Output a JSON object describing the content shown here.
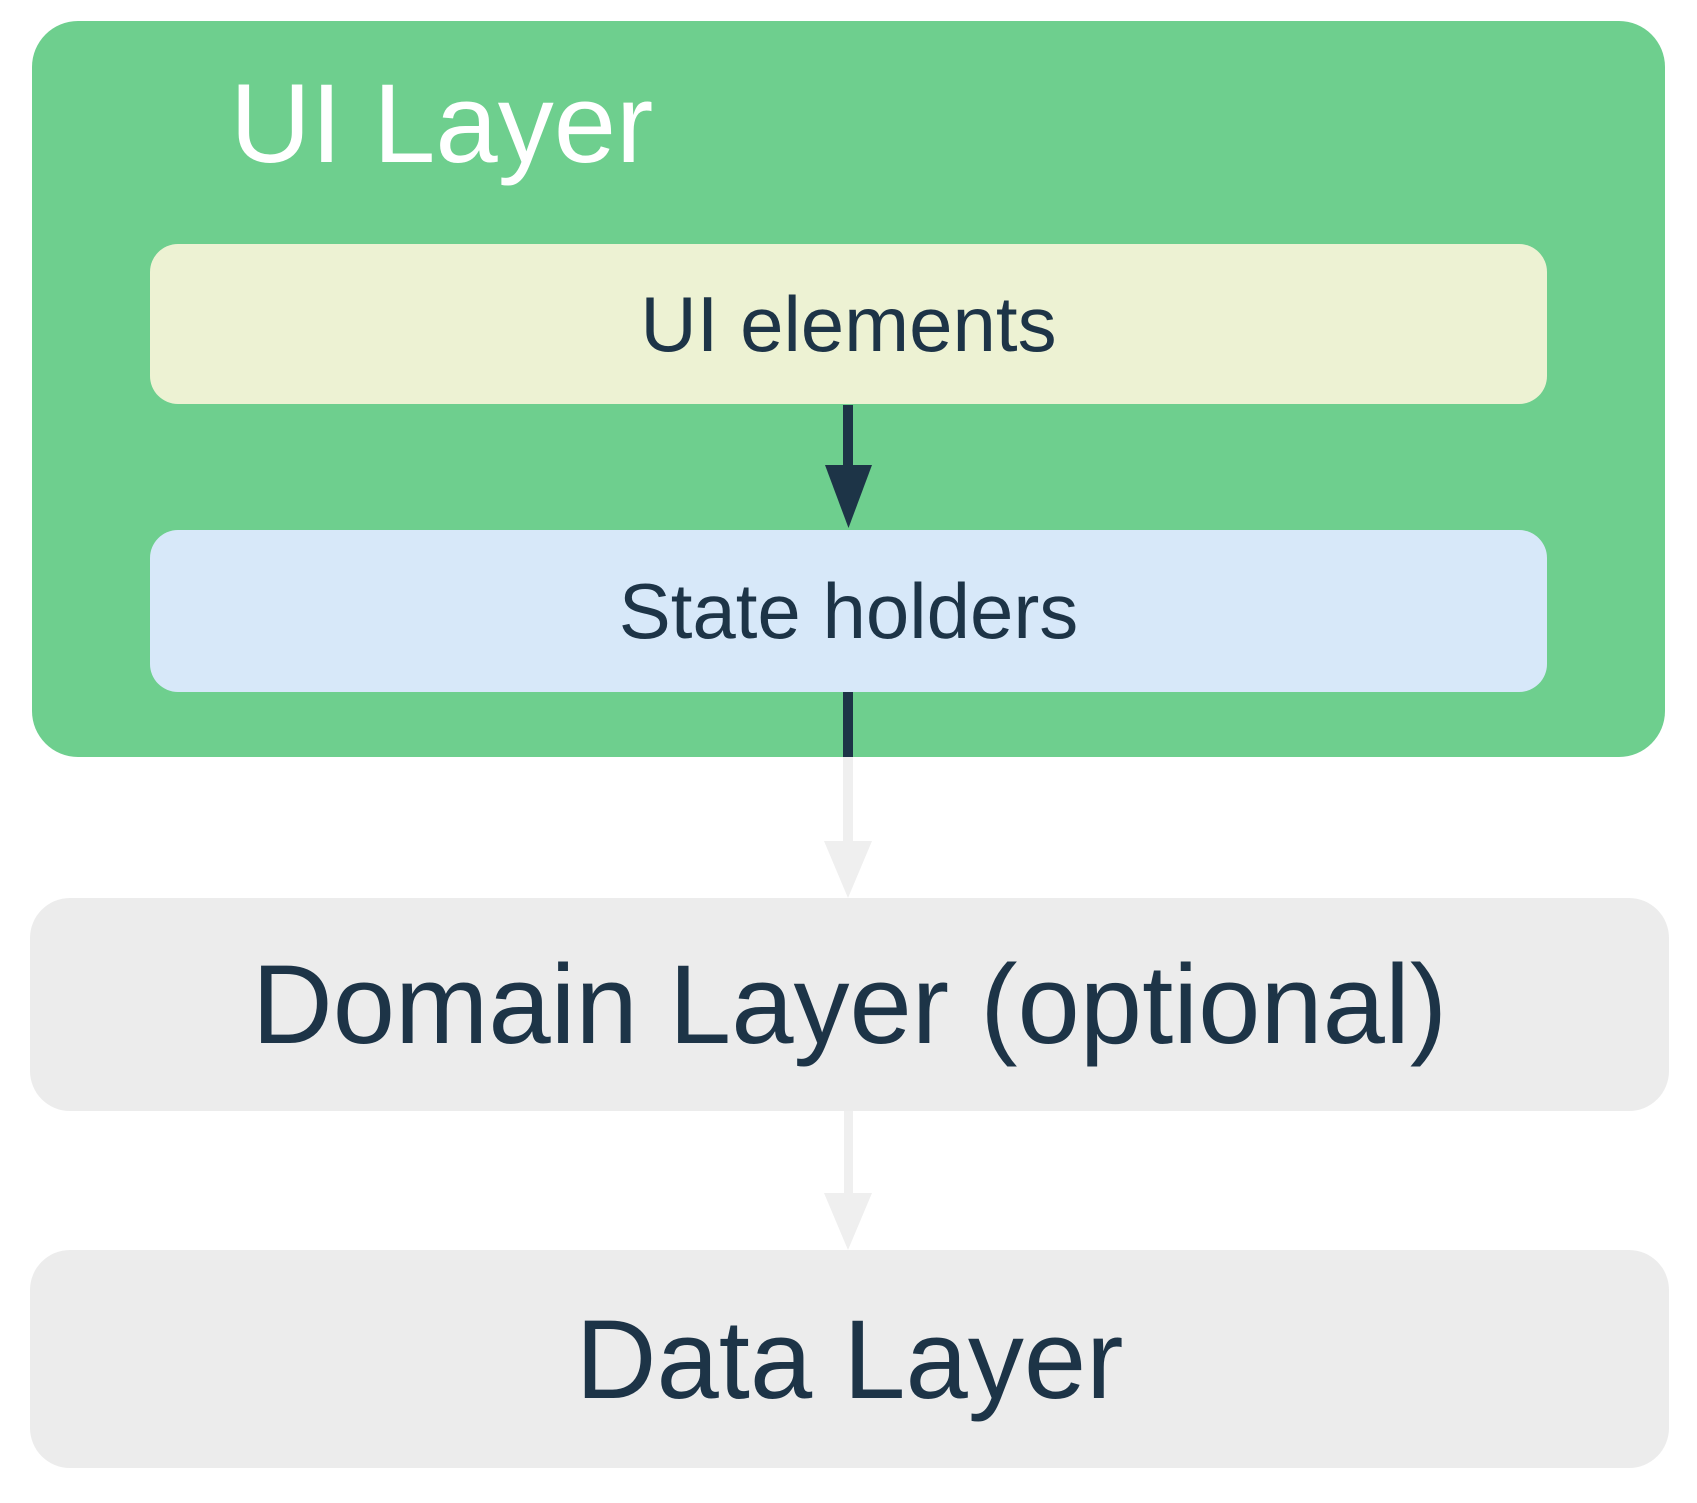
{
  "colors": {
    "background": "#FFFFFF",
    "ui_layer_green": "#6ECF8E",
    "ui_elements_cream": "#EDF2D3",
    "state_holders_blue": "#D7E8F9",
    "outer_layer_gray": "#ECECEC",
    "arrow_light_gray": "#EFEFEF",
    "arrow_dark_navy": "#1D3447",
    "text_navy": "#1D3447",
    "title_white": "#FFFFFF"
  },
  "nodes": {
    "ui_layer": {
      "label": "UI Layer"
    },
    "ui_elements": {
      "label": "UI elements"
    },
    "state_holders": {
      "label": "State holders"
    },
    "domain_layer": {
      "label": "Domain Layer (optional)"
    },
    "data_layer": {
      "label": "Data Layer"
    }
  },
  "arrows": [
    {
      "from": "UI elements",
      "to": "State holders",
      "style": "dark-navy"
    },
    {
      "from": "State holders",
      "to": "Domain Layer (optional)",
      "style": "dark-navy-fading-to-light-gray"
    },
    {
      "from": "Domain Layer (optional)",
      "to": "Data Layer",
      "style": "light-gray"
    }
  ]
}
